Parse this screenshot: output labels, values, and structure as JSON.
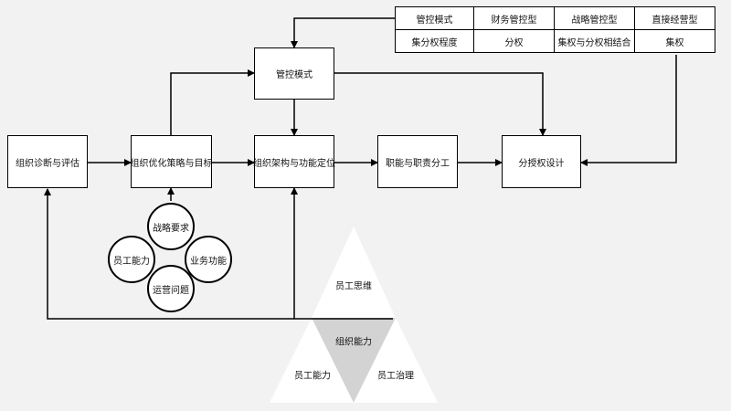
{
  "table": {
    "rows": [
      [
        "管控模式",
        "财务管控型",
        "战略管控型",
        "直接经营型"
      ],
      [
        "集分权程度",
        "分权",
        "集权与分权相结合",
        "集权"
      ]
    ]
  },
  "nodes": {
    "control_mode": "管控模式",
    "diagnosis": "组织诊断与评估",
    "optimization": "组织优化策略与目标",
    "architecture": "组织架构与功能定位",
    "duties": "职能与职责分工",
    "authorization": "分授权设计"
  },
  "circles": {
    "strategy": "战略要求",
    "capability": "员工能力",
    "business": "业务功能",
    "operation": "运营问题"
  },
  "triangle": {
    "top": "员工思维",
    "center": "组织能力",
    "left": "员工能力",
    "right": "员工治理"
  }
}
